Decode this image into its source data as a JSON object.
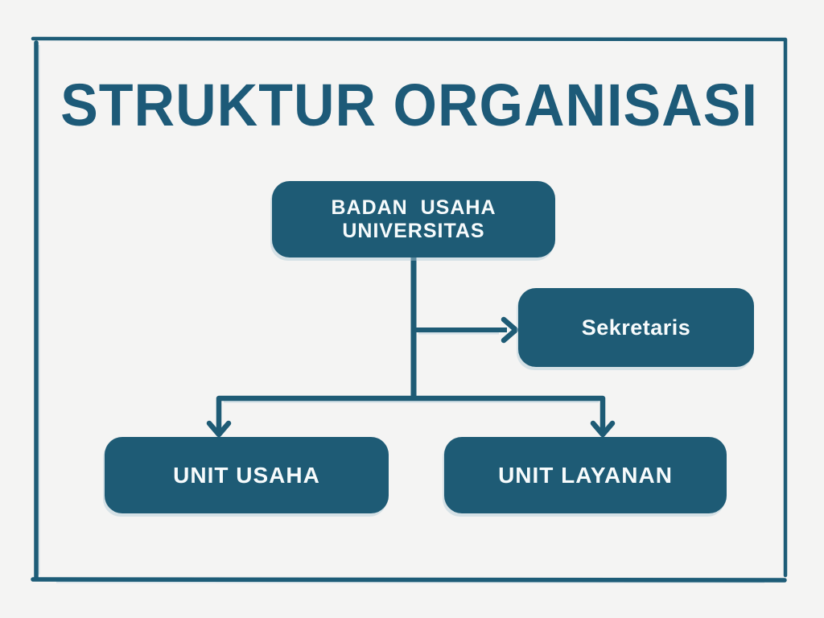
{
  "page": {
    "title": "STRUKTUR ORGANISASI"
  },
  "colors": {
    "accent_teal": "#1e5b75",
    "line_teal": "#1d5c77",
    "background": "#f4f4f3",
    "node_text": "#f7fbfc",
    "sketch_shadow": "#c9dbe3"
  },
  "chart": {
    "root": {
      "label_line1": "BADAN  USAHA",
      "label_line2": "UNIVERSITAS"
    },
    "side_node": {
      "label": "Sekretaris"
    },
    "children": [
      {
        "label": "UNIT USAHA"
      },
      {
        "label": "UNIT LAYANAN"
      }
    ]
  }
}
